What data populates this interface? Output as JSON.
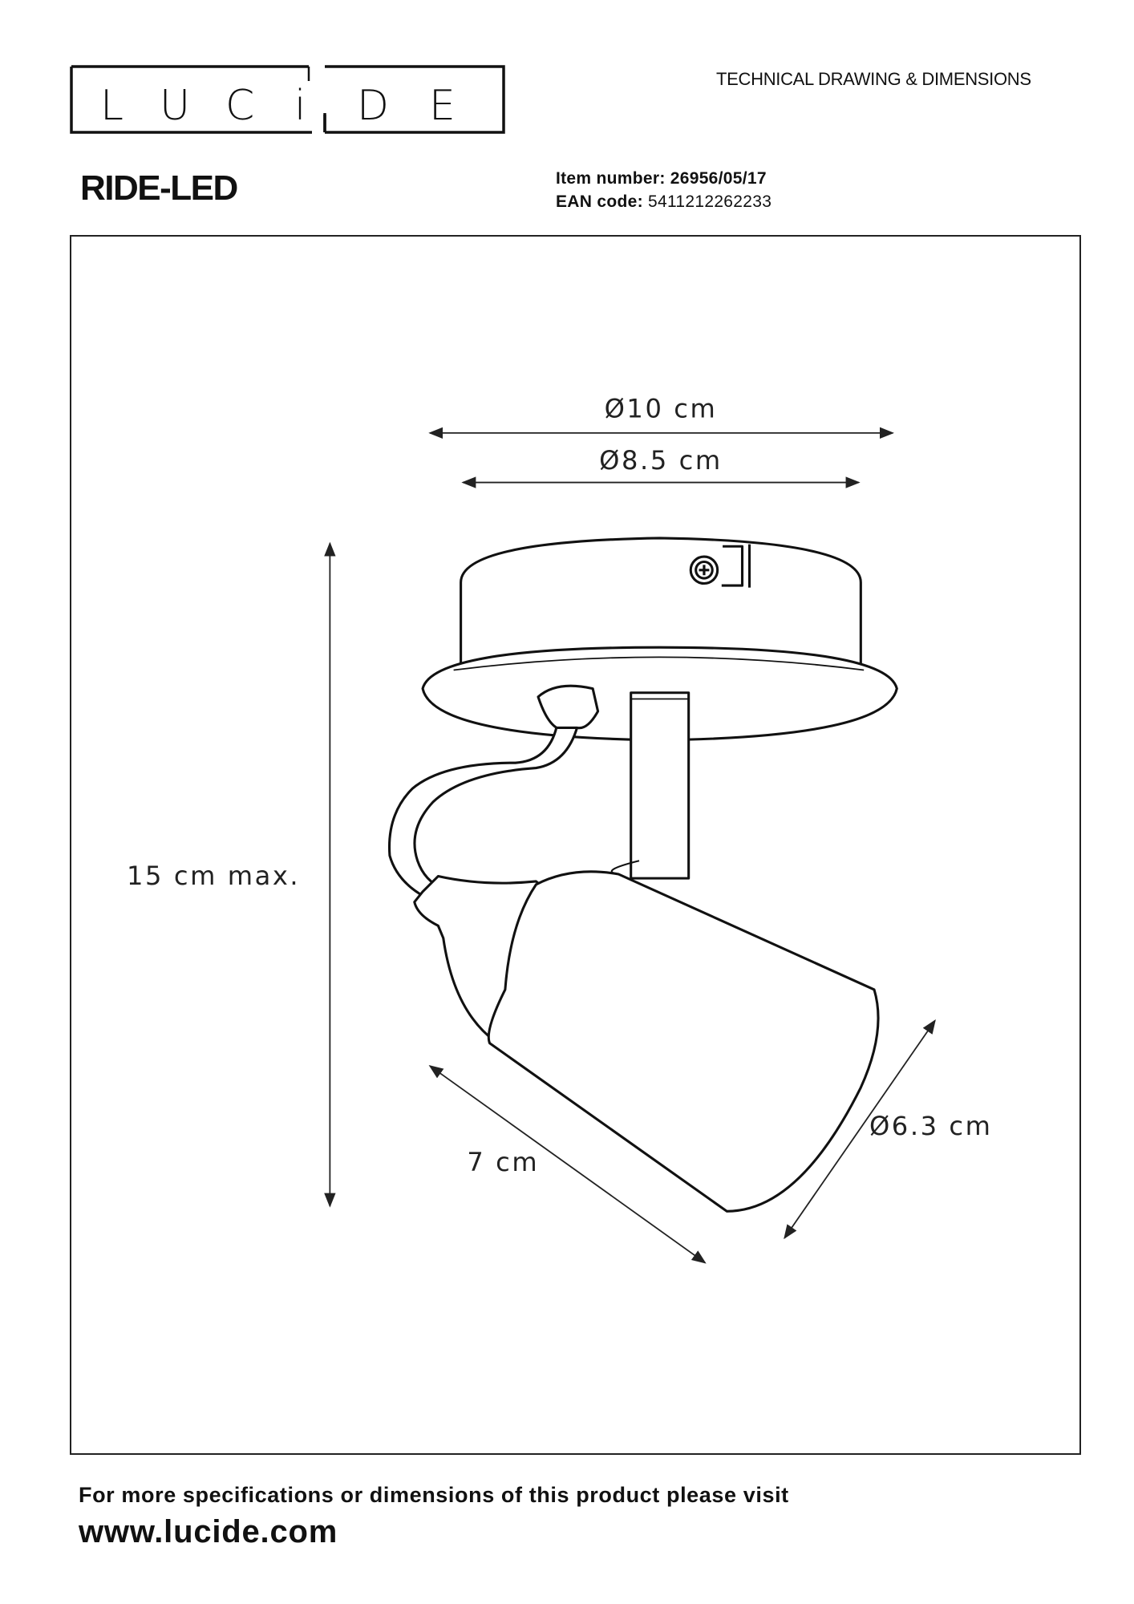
{
  "header": {
    "brand": "LUCIDE",
    "doc_type": "TECHNICAL DRAWING & DIMENSIONS",
    "product_name": "RIDE-LED",
    "item_number_label": "Item number:",
    "item_number": "26956/05/17",
    "ean_label": "EAN code:",
    "ean": "5411212262233"
  },
  "dimensions": {
    "outer_diameter": "Ø10 cm",
    "inner_diameter": "Ø8.5 cm",
    "height": "15 cm max.",
    "shade_length": "7 cm",
    "shade_diameter": "Ø6.3 cm"
  },
  "footer": {
    "note": "For more specifications or dimensions of this product please visit",
    "website": "www.lucide.com"
  }
}
